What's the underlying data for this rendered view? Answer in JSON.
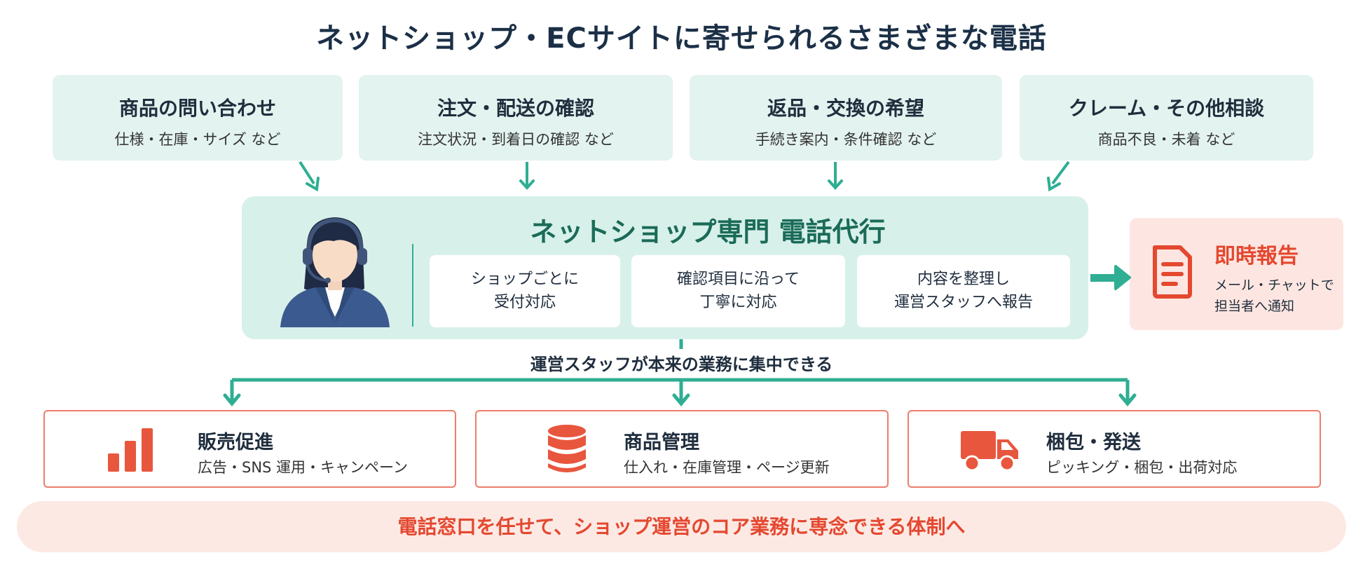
{
  "title": "ネットショップ・ECサイトに寄せられるさまざまな電話",
  "inquiries": [
    {
      "title": "商品の問い合わせ",
      "sub": "仕様・在庫・サイズ など"
    },
    {
      "title": "注文・配送の確認",
      "sub": "注文状況・到着日の確認 など"
    },
    {
      "title": "返品・交換の希望",
      "sub": "手続き案内・条件確認 など"
    },
    {
      "title": "クレーム・その他相談",
      "sub": "商品不良・未着 など"
    }
  ],
  "center": {
    "title": "ネットショップ専門 電話代行",
    "steps": [
      {
        "line1": "ショップごとに",
        "line2": "受付対応"
      },
      {
        "line1": "確認項目に沿って",
        "line2": "丁寧に対応"
      },
      {
        "line1": "内容を整理し",
        "line2": "運営スタッフへ報告"
      }
    ]
  },
  "report": {
    "title": "即時報告",
    "line1": "メール・チャットで",
    "line2": "担当者へ通知",
    "icon": "document-icon"
  },
  "center_text": "運営スタッフが本来の業務に集中できる",
  "tasks": [
    {
      "title": "販売促進",
      "sub": "広告・SNS 運用・キャンペーン",
      "icon": "bar-chart-icon"
    },
    {
      "title": "商品管理",
      "sub": "仕入れ・在庫管理・ページ更新",
      "icon": "database-icon"
    },
    {
      "title": "梱包・発送",
      "sub": "ピッキング・梱包・出荷対応",
      "icon": "truck-icon"
    }
  ],
  "banner": "電話窓口を任せて、ショップ運営のコア業務に専念できる体制へ",
  "colors": {
    "teal": "#2fae93",
    "accent_red": "#e4482f",
    "title_navy": "#1b3047"
  }
}
